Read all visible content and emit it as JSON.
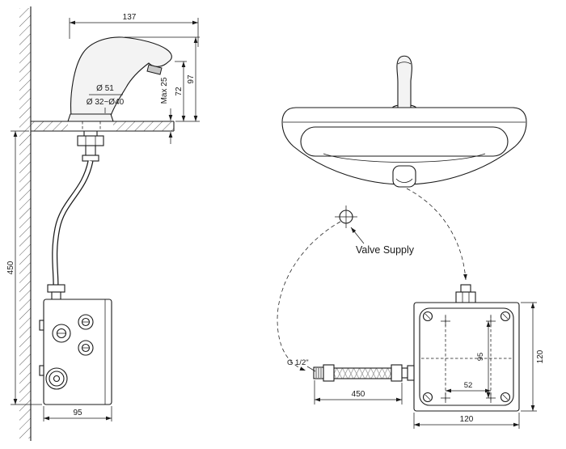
{
  "diagram": {
    "background": "#ffffff",
    "line_color": "#1a1a1a",
    "metal_fill": "#f3f3f3"
  },
  "side_view": {
    "spout_reach": "137",
    "total_height": "97",
    "outlet_height": "72",
    "deck_thickness": "Max 25",
    "base_diameter": "Ø 51",
    "hole_diameter": "Ø 32~Ø40",
    "supply_drop": "450",
    "box_width": "95"
  },
  "front_view": {
    "valve_supply": "Valve Supply",
    "thread": "G 1/2\"",
    "hose_length": "450",
    "hole_spacing_h": "52",
    "hole_spacing_v": "95",
    "box_height": "120",
    "box_width": "120"
  }
}
